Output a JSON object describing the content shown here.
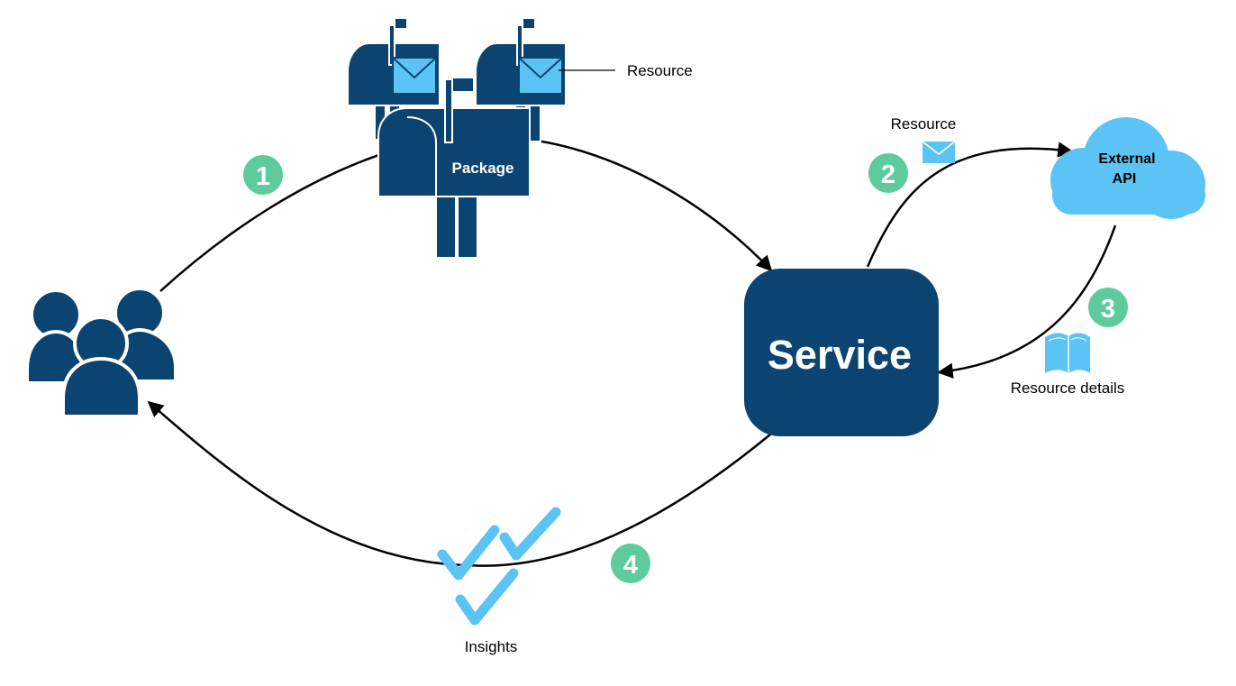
{
  "nodes": {
    "package": {
      "label": "Package"
    },
    "resource_callout": {
      "label": "Resource"
    },
    "service": {
      "label": "Service"
    },
    "external_api": {
      "label_line1": "External",
      "label_line2": "API"
    },
    "resource_sent": {
      "label": "Resource"
    },
    "resource_details": {
      "label": "Resource details"
    },
    "insights": {
      "label": "Insights"
    }
  },
  "steps": [
    {
      "number": "1"
    },
    {
      "number": "2"
    },
    {
      "number": "3"
    },
    {
      "number": "4"
    }
  ],
  "colors": {
    "navy": "#0b4470",
    "light_blue": "#5bc4f5",
    "step_green": "#5ecb9c",
    "arrow": "#000000"
  },
  "icons": {
    "users": "users-group-icon",
    "mailboxes": "mailbox-icon",
    "cloud": "cloud-icon",
    "envelope": "envelope-icon",
    "book": "book-icon",
    "checks": "checkmark-icon"
  }
}
